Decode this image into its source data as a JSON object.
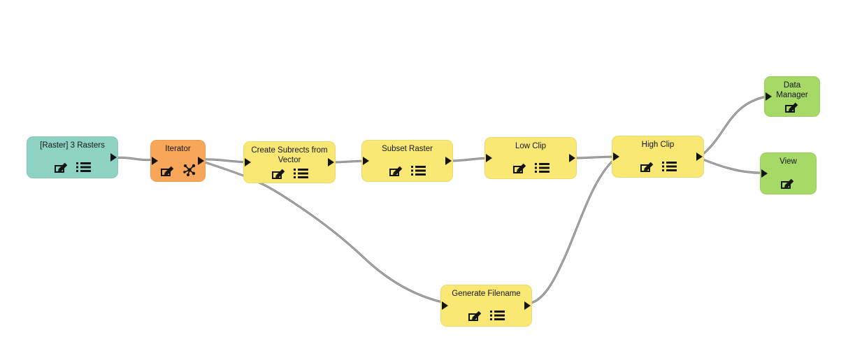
{
  "diagram": {
    "kind": "spatial-model-workflow",
    "background": "#ffffff"
  },
  "colors": {
    "raster_input_node": "#8DD2C2",
    "iterator_node": "#F7A65A",
    "operator_node": "#F9E874",
    "output_node": "#A6D966",
    "edge": "#7e7e7e",
    "port": "#141414",
    "title_text": "#15151e"
  },
  "nodes": [
    {
      "id": "rasters",
      "title": "[Raster] 3 Rasters",
      "color": "#8DD2C2",
      "icons": [
        "edit-pencil-icon",
        "list-icon"
      ],
      "has_input_port": false,
      "has_output_port": true
    },
    {
      "id": "iterator",
      "title": "Iterator",
      "color": "#F7A65A",
      "icons": [
        "edit-pencil-icon",
        "iterator-network-icon"
      ],
      "has_input_port": true,
      "has_output_port": true
    },
    {
      "id": "create-subrects",
      "title": "Create Subrects from Vector",
      "color": "#F9E874",
      "icons": [
        "edit-pencil-icon",
        "list-icon"
      ],
      "has_input_port": true,
      "has_output_port": true
    },
    {
      "id": "subset-raster",
      "title": "Subset Raster",
      "color": "#F9E874",
      "icons": [
        "edit-pencil-icon",
        "list-icon"
      ],
      "has_input_port": true,
      "has_output_port": true
    },
    {
      "id": "low-clip",
      "title": "Low Clip",
      "color": "#F9E874",
      "icons": [
        "edit-pencil-icon",
        "list-icon"
      ],
      "has_input_port": true,
      "has_output_port": true
    },
    {
      "id": "high-clip",
      "title": "High Clip",
      "color": "#F9E874",
      "icons": [
        "edit-pencil-icon",
        "list-icon"
      ],
      "has_input_port": true,
      "has_output_port": true
    },
    {
      "id": "data-manager",
      "title": "Data Manager",
      "color": "#A6D966",
      "icons": [
        "edit-pencil-icon"
      ],
      "has_input_port": true,
      "has_output_port": false
    },
    {
      "id": "view",
      "title": "View",
      "color": "#A6D966",
      "icons": [
        "edit-pencil-icon"
      ],
      "has_input_port": true,
      "has_output_port": false
    },
    {
      "id": "generate-filename",
      "title": "Generate Filename",
      "color": "#F9E874",
      "icons": [
        "edit-pencil-icon",
        "list-icon"
      ],
      "has_input_port": true,
      "has_output_port": true
    }
  ],
  "edges": [
    {
      "from": "rasters",
      "to": "iterator"
    },
    {
      "from": "iterator",
      "to": "create-subrects"
    },
    {
      "from": "iterator",
      "to": "generate-filename"
    },
    {
      "from": "create-subrects",
      "to": "subset-raster"
    },
    {
      "from": "subset-raster",
      "to": "low-clip"
    },
    {
      "from": "low-clip",
      "to": "high-clip"
    },
    {
      "from": "generate-filename",
      "to": "high-clip"
    },
    {
      "from": "high-clip",
      "to": "data-manager"
    },
    {
      "from": "high-clip",
      "to": "view"
    }
  ]
}
